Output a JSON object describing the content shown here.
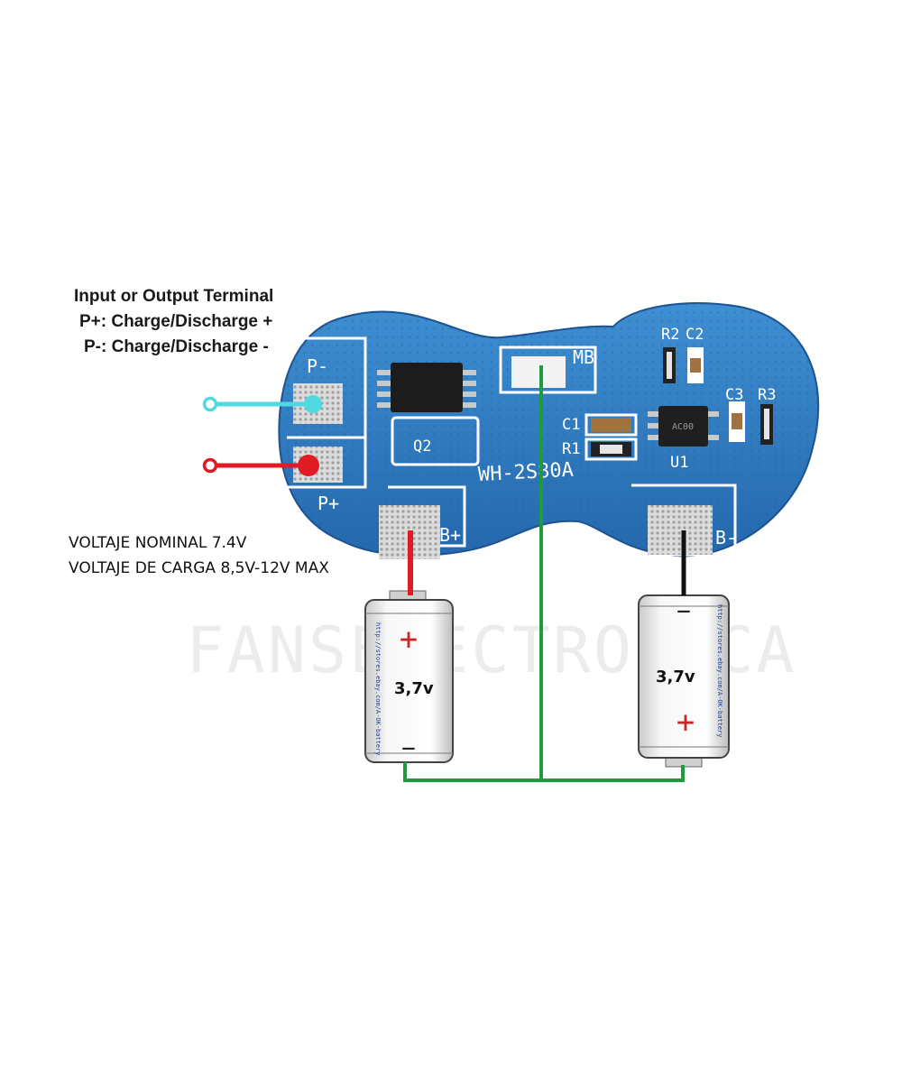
{
  "header": {
    "title": "Input or Output Terminal",
    "p_plus_desc": "P+: Charge/Discharge +",
    "p_minus_desc": "P-: Charge/Discharge -"
  },
  "specs": {
    "nominal": "VOLTAJE NOMINAL 7.4V",
    "charge": "VOLTAJE DE CARGA 8,5V-12V MAX"
  },
  "board": {
    "model": "WH-2S80A",
    "pads": {
      "p_minus": "P-",
      "p_plus": "P+",
      "b_plus": "B+",
      "b_minus": "B-",
      "mid": "MB"
    },
    "components": {
      "q2": "Q2",
      "r2": "R2",
      "c2": "C2",
      "c3": "C3",
      "r3": "R3",
      "c1": "C1",
      "r1": "R1",
      "u1": "U1",
      "ic_mark": "AC00"
    }
  },
  "cells": {
    "left": {
      "voltage": "3,7v",
      "plus": "+",
      "minus": "−",
      "sticker": "http://stores.ebay.com/A-OK-battery"
    },
    "right": {
      "voltage": "3,7v",
      "plus": "+",
      "minus": "−",
      "sticker": "http://stores.ebay.com/A-OK-battery"
    }
  },
  "watermark": {
    "text": "FANSELECTRONICA"
  },
  "colors": {
    "board": "#2f7fc4",
    "wire_p_minus": "#4fd9e0",
    "wire_p_plus": "#e01b24",
    "wire_b_plus": "#e01b24",
    "wire_b_minus": "#111111",
    "wire_mid": "#1f9a3e"
  }
}
